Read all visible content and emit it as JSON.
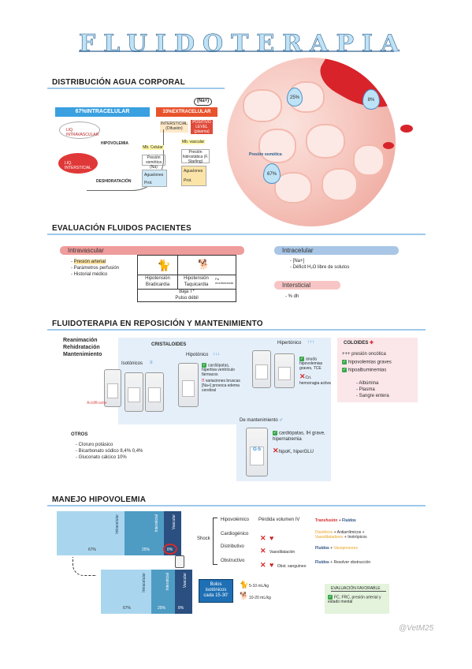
{
  "title": "FLUIDOTERAPIA",
  "watermark": "@VetM25",
  "s1": {
    "title": "DISTRIBUCIÓN AGUA CORPORAL",
    "intra": "67%INTRACELULAR",
    "extra": "33%EXTRACELULAR",
    "na": "(Na+)",
    "intersticial": "INTERSTICIAL (Difusión)",
    "vascular": "POSITIVO LEVEL (plasma)",
    "liq_intravascular": "LIQ. INTRAVASCULAR",
    "hipovolemia": "HIPOVOLEMIA",
    "liq_intersticial": "LIQ. INTERSTICIAL",
    "deshidratacion": "DESHIDRATACIÓN",
    "mb_celular": "Mb. Celular",
    "mb_vascular": "Mb. vascular",
    "presion_osmotica": "Presión osmótica (Na)",
    "presion_hidro": "Presión hidrostática (F. Starling)",
    "agua": "Agua",
    "iones": "Iones",
    "prot": "Prot.",
    "prot2": "Prot.",
    "pct_8": "8%",
    "pct_25": "25%",
    "pct_67": "67%",
    "presion_label": "Presión osmótica"
  },
  "s2": {
    "title": "EVALUACIÓN FLUIDOS PACIENTES",
    "intravascular": "Intravascular",
    "intra_items": [
      "Presión arterial",
      "Parámetros perfusión",
      "Historial médico"
    ],
    "hipo_left": "Hipotensión Bradicardia",
    "hipo_right": "Hipotensión Taquicardia",
    "tiny_note": "Pa monitorizada",
    "baja": "Baja T*",
    "pulso": "Pulso débil",
    "intracelular": "Intracelular",
    "intracel_items": [
      "[Na+]",
      "Déficit H₂O libre de solutos"
    ],
    "intersticial": "Intersticial",
    "interst_items": [
      "% dh"
    ]
  },
  "s3": {
    "title": "FLUIDOTERAPIA EN REPOSICIÓN Y MANTENIMIENTO",
    "left_labels": [
      "Reanimación",
      "Rehidratación",
      "Mantenimiento"
    ],
    "cristaloides": "CRISTALOIDES",
    "isotonicos": "Isotónicos",
    "hipotonico": "Hipotónico",
    "hipertonico": "Hipertónico",
    "acidificante": "Acidificante",
    "hipo_items": [
      "cardiópatas, hipertiva ventrículo fármacos",
      "variaciones bruscas [Na+] provoca edema cerebral"
    ],
    "hiper_items": [
      "anuda hipovolemias graves, TCE",
      "Cri. hemorragia activa"
    ],
    "coloides": "COLOIDES",
    "col_top": "+++ presión oncótica",
    "col_checks": [
      "hipovolemias graves",
      "hipoalbuminemias"
    ],
    "col_items": [
      "Albúmina",
      "Plasma",
      "Sangre entera"
    ],
    "mantenimiento": "De mantenimiento",
    "mant_check": "cardiópatas, IH grave, hipernatremia",
    "mant_x": "hipoK, hiperGLU",
    "otros": "OTROS",
    "otros_items": [
      "Cloruro potásico",
      "Bicarbonato sódico 8,4% 0,4%",
      "Gluconato cálcico 10%"
    ],
    "bag1": "",
    "bag2": "",
    "bag3": "",
    "bag_hipo": "",
    "bag_mant": "G-5"
  },
  "s4": {
    "title": "MANEJO HIPOVOLEMIA",
    "bar_labels": [
      "Intracelular",
      "Intersticial",
      "Vascular"
    ],
    "pcts_top": [
      "67%",
      "25%",
      "8%"
    ],
    "pcts_bottom": [
      "67%",
      "25%",
      "8%"
    ],
    "shock": "Shock",
    "types": [
      "Hipovolémico",
      "Cardiogénico",
      "Distributivo",
      "Obstructivo"
    ],
    "perdida": "Pérdida volumen IV",
    "dist_note": "Vasodilatación",
    "obst_note": "Obst. sanguíneo",
    "treat1a": "Transfusión",
    "treat1b": "Fluidos",
    "treat2a": "Diuréticos",
    "treat2b": "Antiarrítmicos",
    "treat2c": "Vasodilatadores",
    "treat2d": "Inotrópicos",
    "treat3a": "Fluidos",
    "treat3b": "Vasopresores",
    "treat4a": "Fluidos",
    "treat4b": "Resolver obstrucción",
    "bolus": "Bolos isotónicos cada 15-30'",
    "dog_dose": "5-10 mL/kg",
    "cat_dose": "10-20 mL/kg",
    "eval_title": "EVALUACIÓN FAVORABLE",
    "eval_text": "FC, FRC, presión arterial y estado mental"
  },
  "colors": {
    "accent_blue": "#9ec9ea",
    "accent_red": "#e05a5a",
    "check_green": "#3aa64a"
  }
}
